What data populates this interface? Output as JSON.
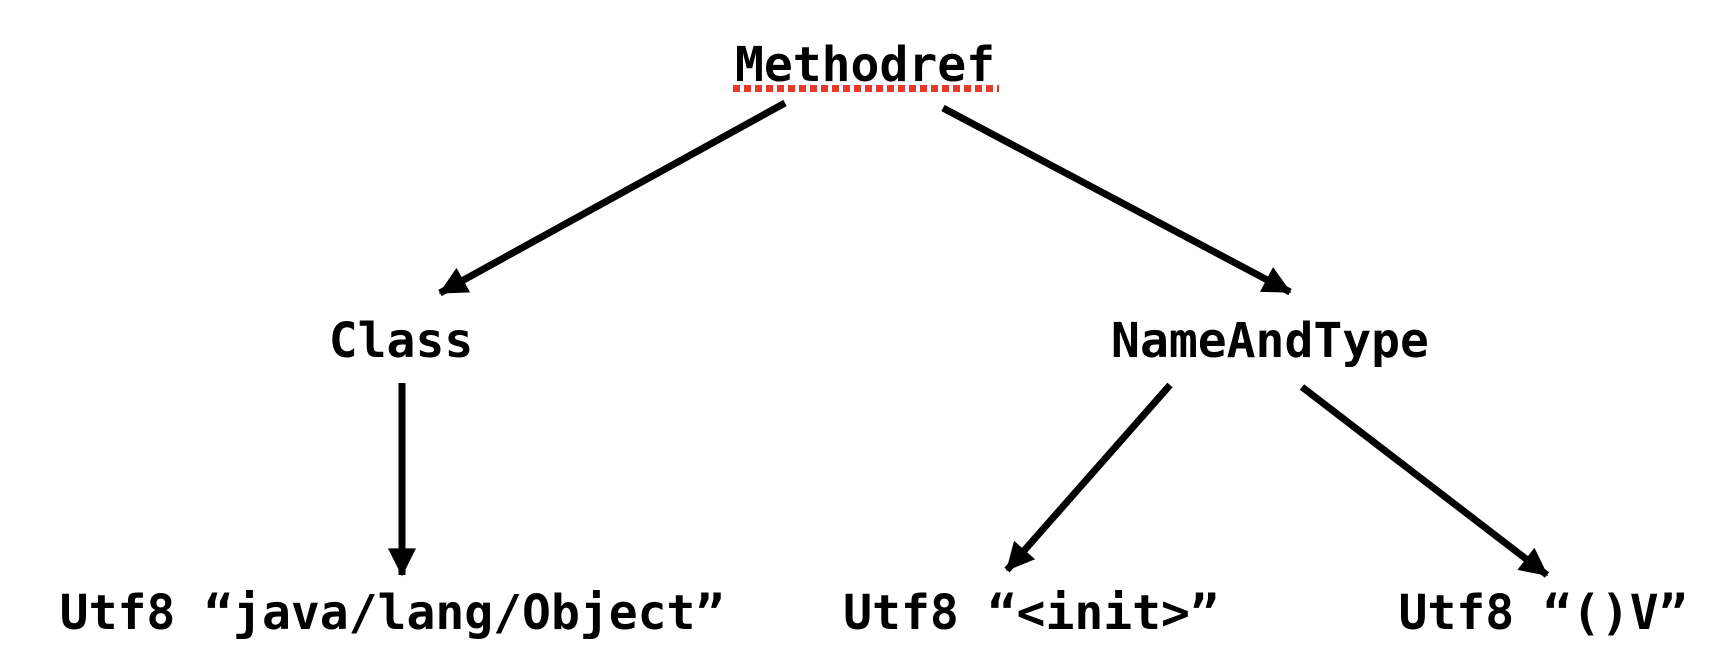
{
  "diagram": {
    "type": "tree",
    "description": "Java class file constant pool reference diagram",
    "colors": {
      "background": "#ffffff",
      "text": "#000000",
      "arrow": "#000000",
      "underline": "#e8392b"
    },
    "nodes": {
      "methodref": {
        "label": "Methodref",
        "underlined": true
      },
      "class_node": {
        "label": "Class",
        "underlined": false
      },
      "name_and_type": {
        "label": "NameAndType",
        "underlined": false
      },
      "utf8_object": {
        "label": "Utf8 “java/lang/Object”",
        "underlined": false
      },
      "utf8_init": {
        "label": "Utf8 “<init>”",
        "underlined": false
      },
      "utf8_v": {
        "label": "Utf8 “()V”",
        "underlined": false
      }
    },
    "edges": [
      {
        "from": "Methodref",
        "to": "Class"
      },
      {
        "from": "Methodref",
        "to": "NameAndType"
      },
      {
        "from": "Class",
        "to": "Utf8 “java/lang/Object”"
      },
      {
        "from": "NameAndType",
        "to": "Utf8 “<init>”"
      },
      {
        "from": "NameAndType",
        "to": "Utf8 “()V”"
      }
    ]
  }
}
